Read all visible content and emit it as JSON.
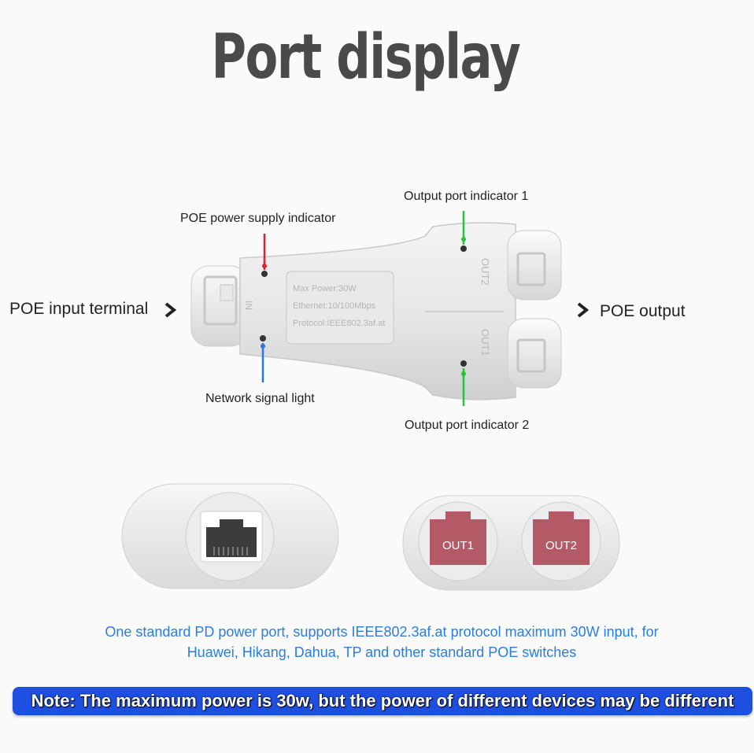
{
  "title": "Port display",
  "labels": {
    "poe_input_terminal": "POE input terminal",
    "poe_output": "POE output",
    "poe_power_supply_indicator": "POE power supply indicator",
    "network_signal_light": "Network signal light",
    "output_port_indicator_1": "Output port indicator 1",
    "output_port_indicator_2": "Output port indicator 2"
  },
  "device": {
    "spec_line_1": "Max Power:30W",
    "spec_line_2": "Ethernet:10/100Mbps",
    "spec_line_3": "Protocol:IEEE802.3af.at",
    "port_in": "IN",
    "port_out1": "OUT1",
    "port_out2": "OUT2"
  },
  "jacks": {
    "out1": "OUT1",
    "out2": "OUT2"
  },
  "description": {
    "line_1": "One standard PD power port, supports IEEE802.3af.at protocol maximum 30W input, for",
    "line_2": "Huawei, Hikang, Dahua, TP and other standard POE switches"
  },
  "note": "Note: The maximum power is 30w, but the power of different devices may be different",
  "colors": {
    "title": "#4a4a4a",
    "info_text": "#2a7de1",
    "note_bg": "#1f4fe0",
    "red_indicator": "#e0202c",
    "blue_indicator": "#2b78d8",
    "green_indicator": "#27c23a",
    "jack_red": "#b35a66"
  },
  "icons": [
    "chevron-right-icon"
  ]
}
